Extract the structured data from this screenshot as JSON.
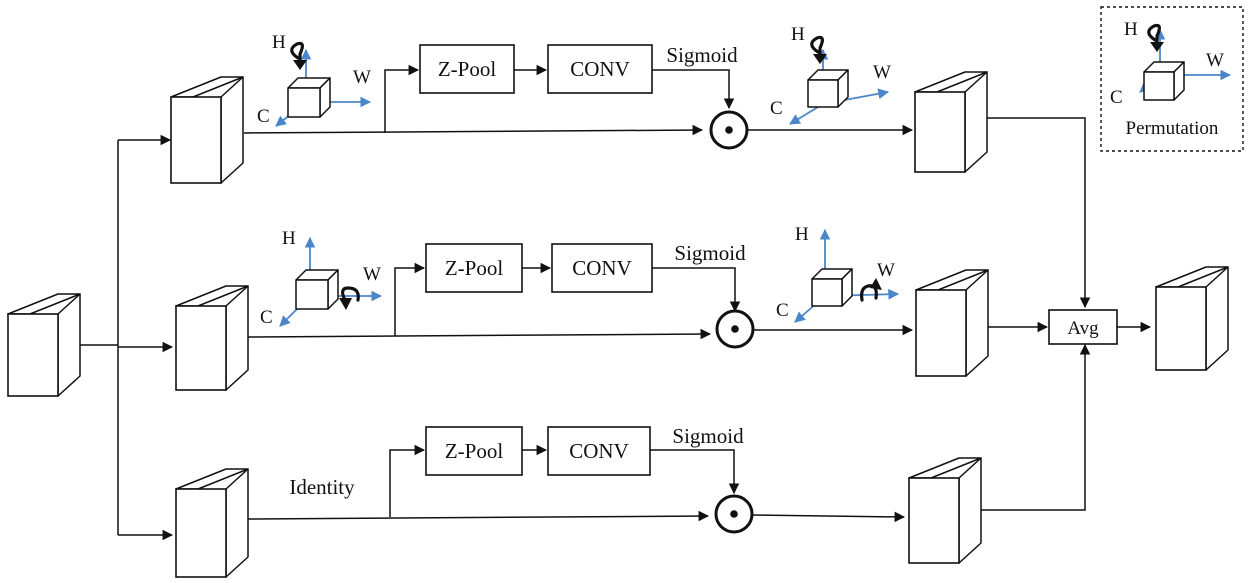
{
  "branches": [
    {
      "pool_label": "Z-Pool",
      "conv_label": "CONV",
      "gate_label": "Sigmoid",
      "in_axes": {
        "h": "H",
        "w": "W",
        "c": "C"
      },
      "out_axes": {
        "h": "H",
        "w": "W",
        "c": "C"
      }
    },
    {
      "pool_label": "Z-Pool",
      "conv_label": "CONV",
      "gate_label": "Sigmoid",
      "in_axes": {
        "h": "H",
        "w": "W",
        "c": "C"
      },
      "out_axes": {
        "h": "H",
        "w": "W",
        "c": "C"
      }
    },
    {
      "pool_label": "Z-Pool",
      "conv_label": "CONV",
      "gate_label": "Sigmoid",
      "identity_label": "Identity"
    }
  ],
  "avg_label": "Avg",
  "legend": {
    "title": "Permutation",
    "axes": {
      "h": "H",
      "w": "W",
      "c": "C"
    }
  },
  "colors": {
    "axis": "#4a86c8",
    "stroke": "#111111"
  }
}
